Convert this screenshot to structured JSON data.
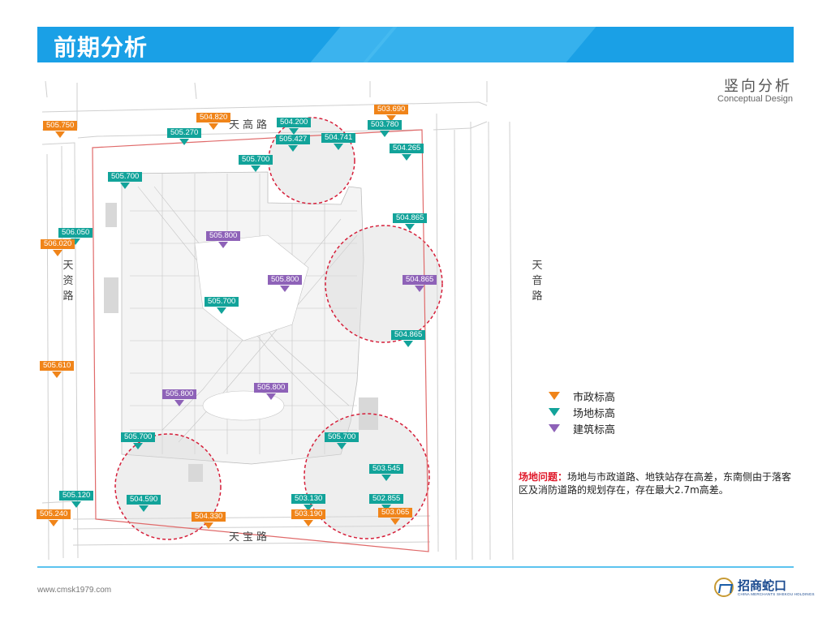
{
  "header": {
    "title": "前期分析"
  },
  "subtitle": {
    "cn": "竖向分析",
    "en": "Conceptual Design"
  },
  "colors": {
    "municipal": "#f08419",
    "site": "#12a39a",
    "building": "#8e62b8",
    "accent": "#1aa0e6",
    "boundary": "#e06a6a",
    "circle": "#d61f3a"
  },
  "roads": {
    "north": "天高路",
    "south": "天宝路",
    "west": "天资路",
    "east": "天音路"
  },
  "elevations": [
    {
      "value": "505.750",
      "type": "municipal"
    },
    {
      "value": "504.820",
      "type": "municipal"
    },
    {
      "value": "503.690",
      "type": "municipal"
    },
    {
      "value": "505.270",
      "type": "site"
    },
    {
      "value": "504.200",
      "type": "site"
    },
    {
      "value": "503.780",
      "type": "site"
    },
    {
      "value": "505.427",
      "type": "site"
    },
    {
      "value": "504.741",
      "type": "site"
    },
    {
      "value": "504.265",
      "type": "site"
    },
    {
      "value": "505.700",
      "type": "site"
    },
    {
      "value": "505.700",
      "type": "site"
    },
    {
      "value": "506.050",
      "type": "site"
    },
    {
      "value": "506.020",
      "type": "municipal"
    },
    {
      "value": "504.865",
      "type": "site"
    },
    {
      "value": "505.800",
      "type": "building"
    },
    {
      "value": "505.800",
      "type": "building"
    },
    {
      "value": "504.865",
      "type": "building"
    },
    {
      "value": "505.700",
      "type": "site"
    },
    {
      "value": "504.865",
      "type": "site"
    },
    {
      "value": "505.610",
      "type": "municipal"
    },
    {
      "value": "505.800",
      "type": "building"
    },
    {
      "value": "505.800",
      "type": "building"
    },
    {
      "value": "505.700",
      "type": "site"
    },
    {
      "value": "505.700",
      "type": "site"
    },
    {
      "value": "503.545",
      "type": "site"
    },
    {
      "value": "505.120",
      "type": "site"
    },
    {
      "value": "504.590",
      "type": "site"
    },
    {
      "value": "503.130",
      "type": "site"
    },
    {
      "value": "502.855",
      "type": "site"
    },
    {
      "value": "505.240",
      "type": "municipal"
    },
    {
      "value": "504.330",
      "type": "municipal"
    },
    {
      "value": "503.190",
      "type": "municipal"
    },
    {
      "value": "503.065",
      "type": "municipal"
    }
  ],
  "legend": [
    {
      "label": "市政标高",
      "type": "municipal"
    },
    {
      "label": "场地标高",
      "type": "site"
    },
    {
      "label": "建筑标高",
      "type": "building"
    }
  ],
  "issue": {
    "label": "场地问题：",
    "text": "场地与市政道路、地铁站存在高差，东南侧由于落客区及消防道路的规划存在，存在最大2.7m高差。"
  },
  "footer": {
    "website": "www.cmsk1979.com",
    "logo_cn": "招商蛇口",
    "logo_en": "CHINA MERCHANTS SHEKOU HOLDINGS"
  }
}
